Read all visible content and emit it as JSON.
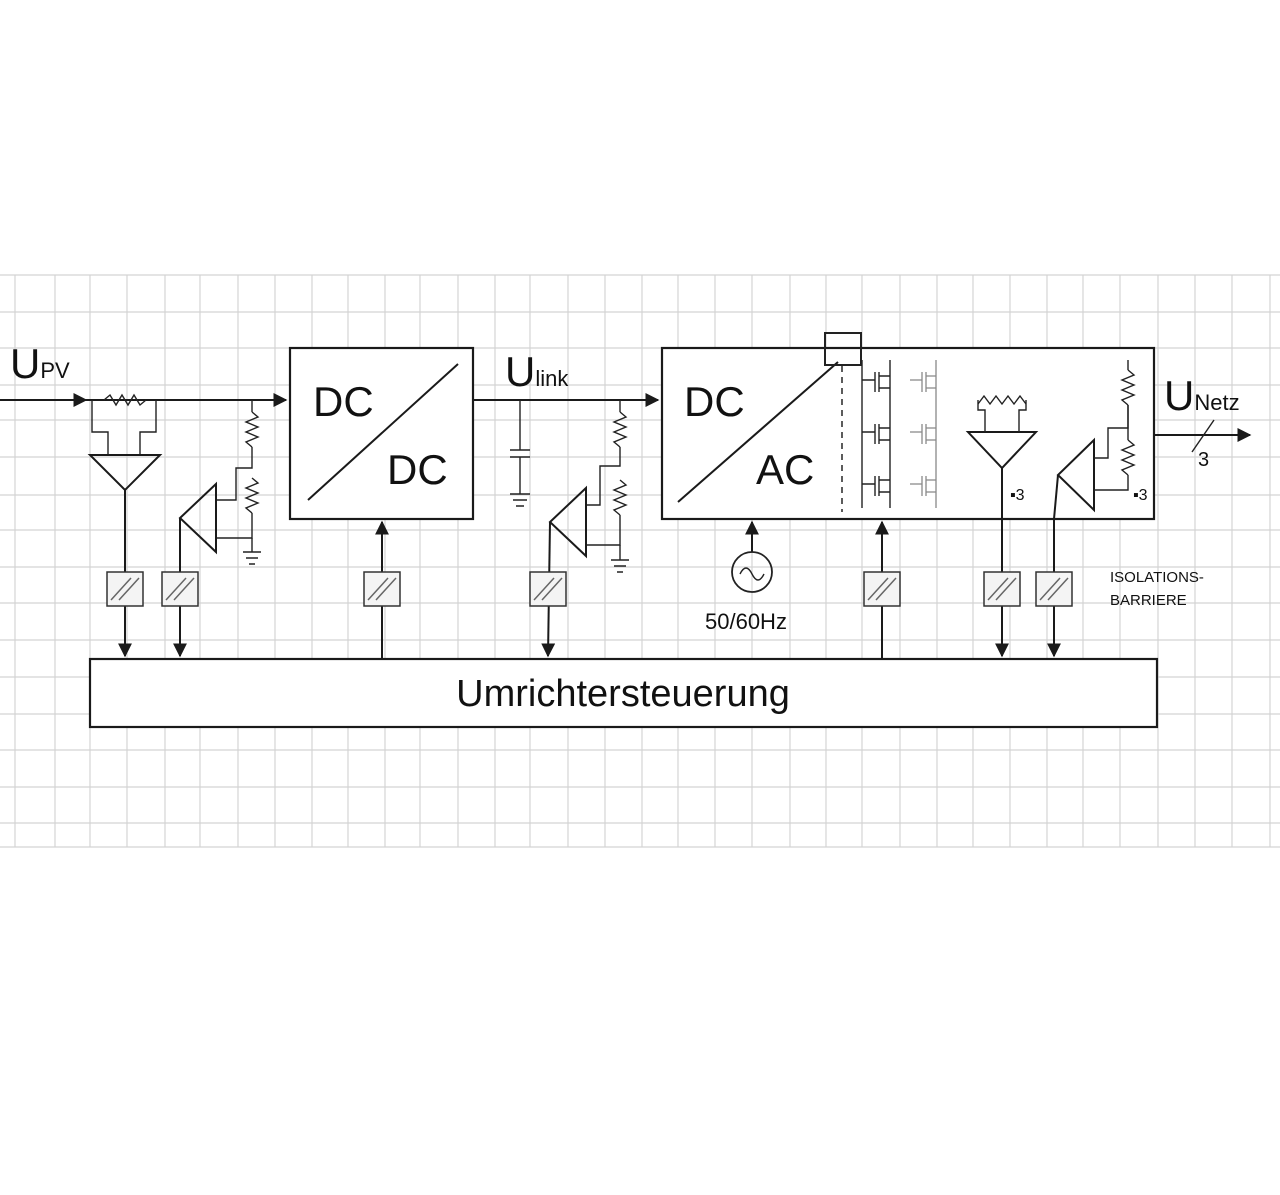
{
  "labels": {
    "u_pv_main": "U",
    "u_pv_sub": "PV",
    "u_link_main": "U",
    "u_link_sub": "link",
    "u_netz_main": "U",
    "u_netz_sub": "Netz",
    "phase_count": "3",
    "dcdc_top": "DC",
    "dcdc_bottom": "DC",
    "dcac_top": "DC",
    "dcac_bottom": "AC",
    "frequency": "50/60Hz",
    "times3_a": "3",
    "times3_b": "3",
    "isolation_line1": "ISOLATIONS-",
    "isolation_line2": "BARRIERE",
    "controller": "Umrichtersteuerung"
  }
}
